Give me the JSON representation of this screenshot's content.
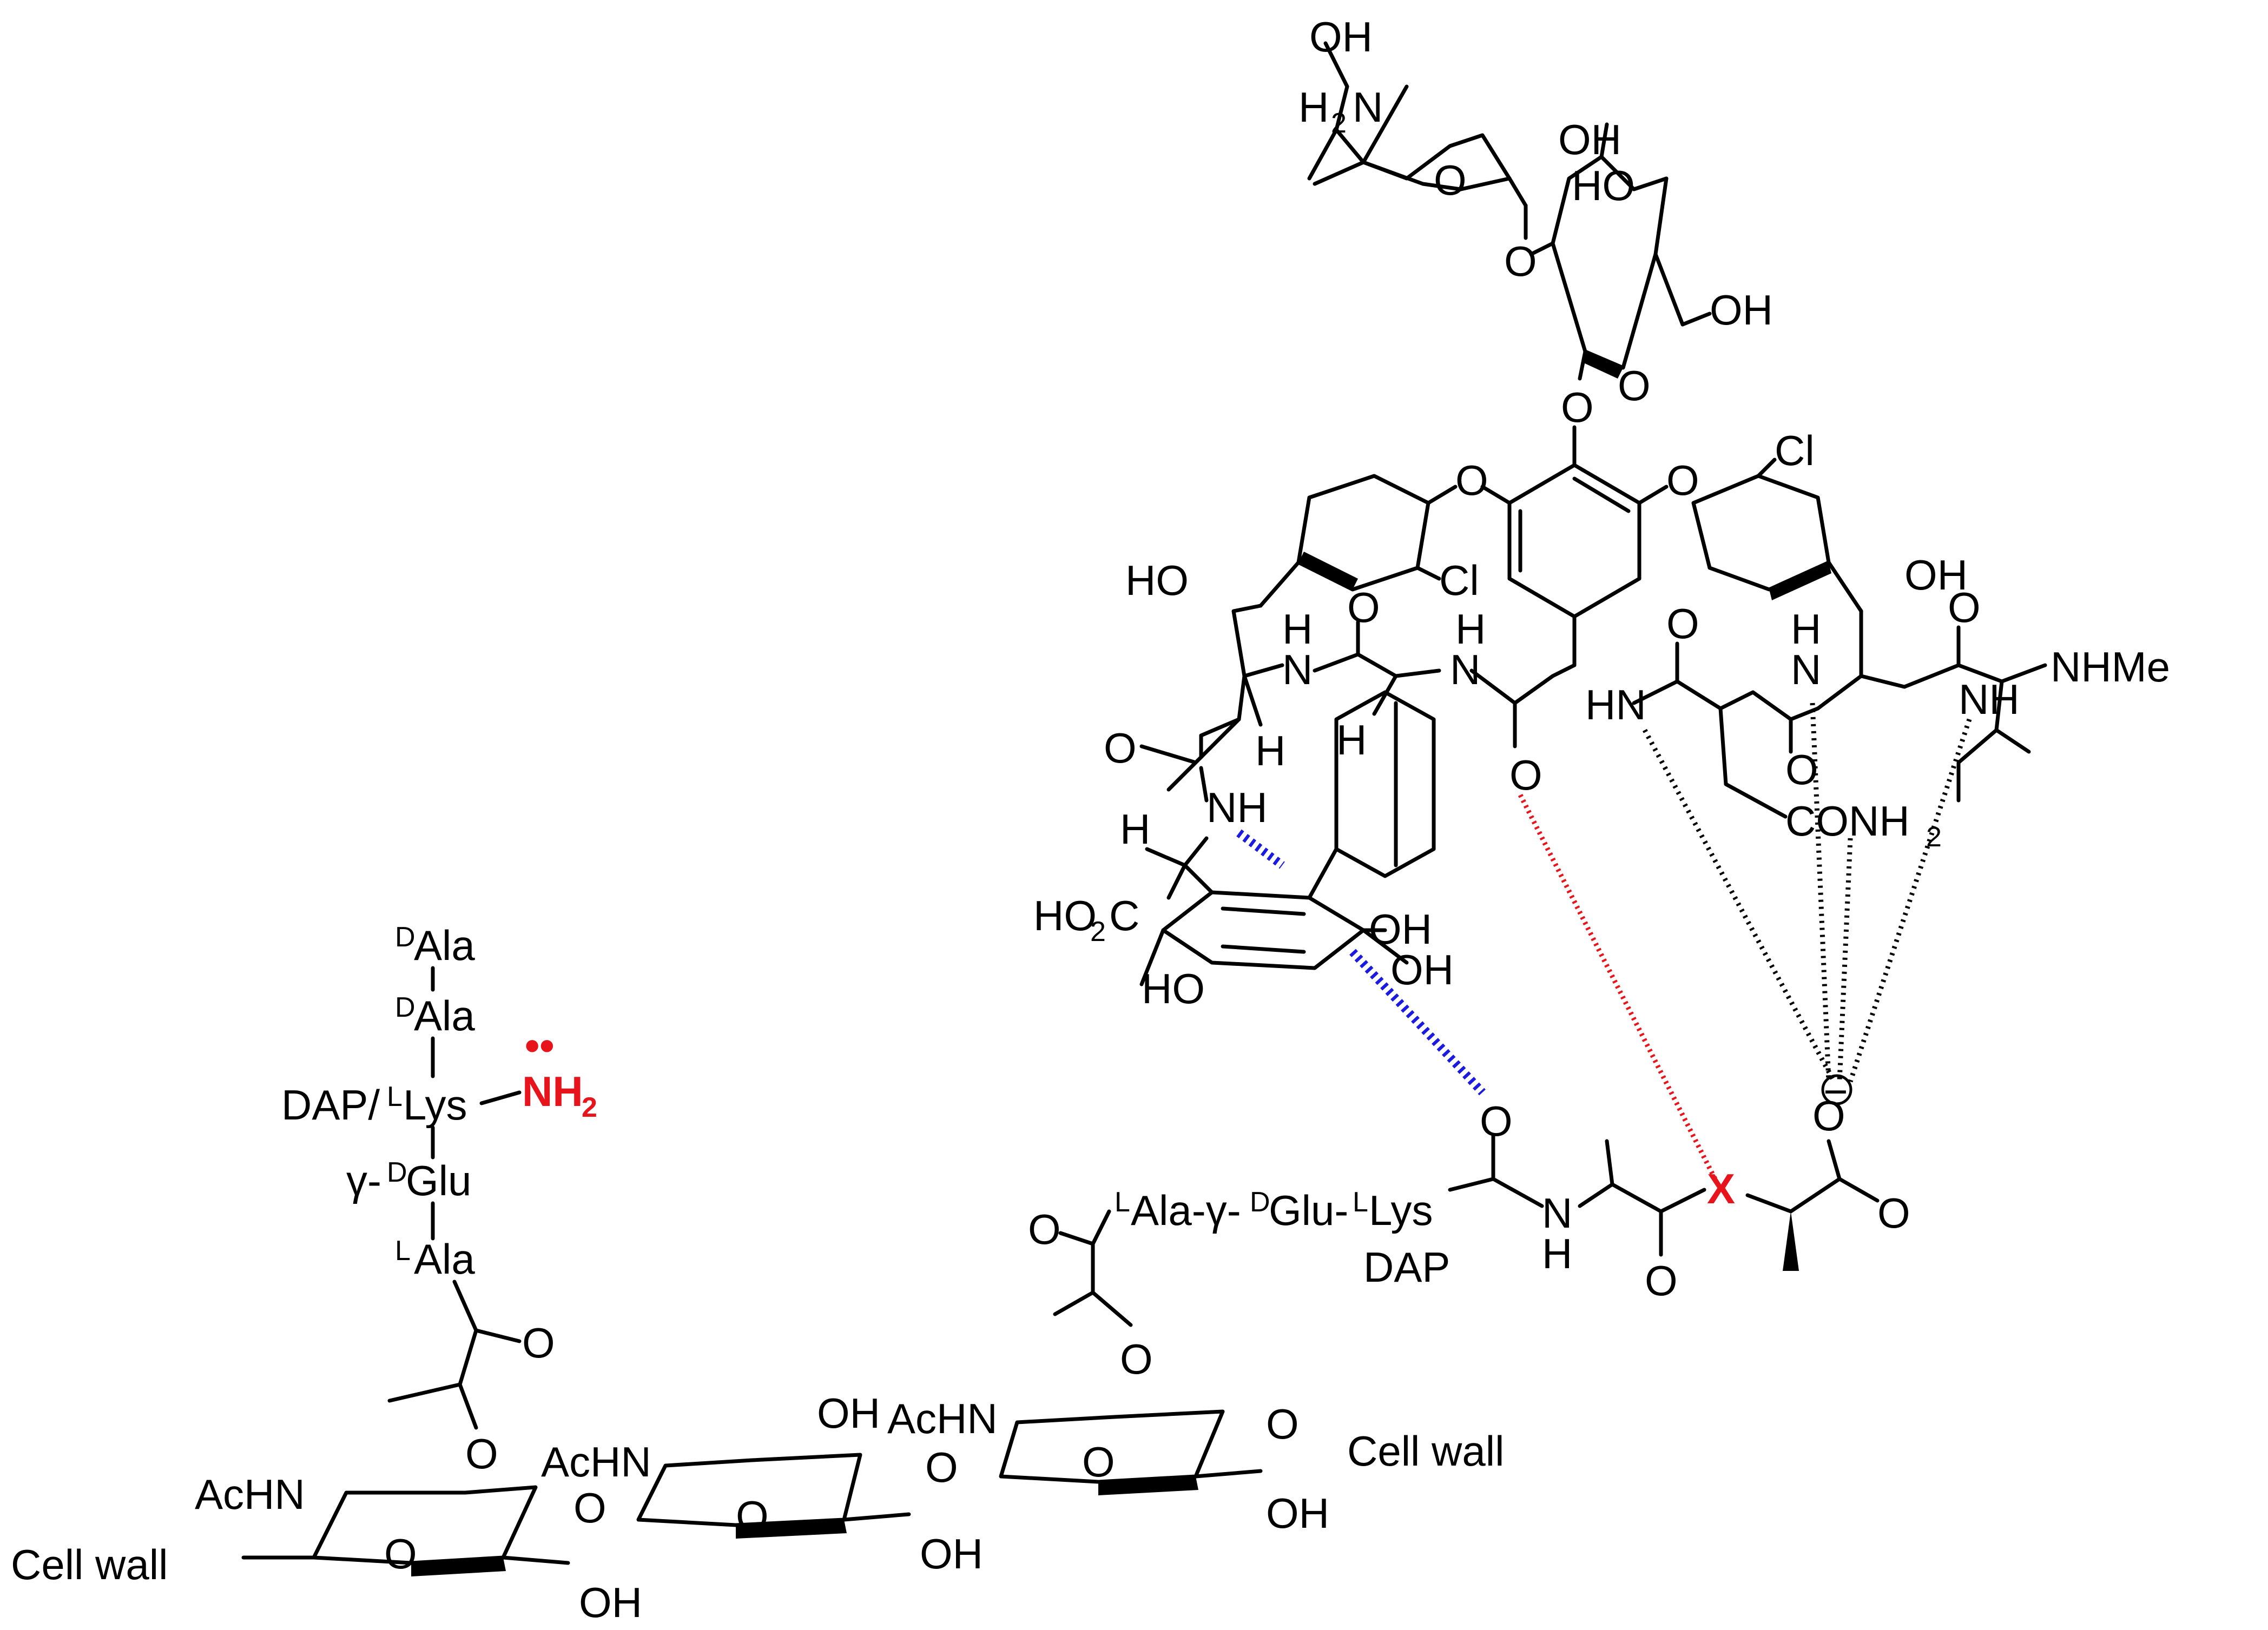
{
  "colors": {
    "ink": "#000000",
    "highlight": "#e8141b",
    "aryl_contact": "#1a1ae0"
  },
  "labels": {
    "oh": "OH",
    "ho": "HO",
    "o": "O",
    "h": "H",
    "n": "N",
    "hn": "HN",
    "nh": "NH",
    "cl": "Cl",
    "h2n_h2": "H",
    "h2n_2": "2",
    "h2n_n": "N",
    "nhme": "NHMe",
    "conh2_main": "CONH",
    "conh2_2": "2",
    "ho2c_ho": "HO",
    "ho2c_2": "2",
    "ho2c_c": "C",
    "minus": "−",
    "x": "X",
    "acHN": "AcHN",
    "cell_wall": "Cell wall",
    "dap": "DAP",
    "dap_slash": "DAP/",
    "lys": "Lys",
    "glu": "Glu",
    "ala": "Ala",
    "gamma_dash": "γ-",
    "sup_d": "D",
    "sup_l": "L",
    "nh2_lone_pair": "••",
    "nh2_nh": "NH",
    "nh2_2": "2",
    "chain_ala": "Ala-γ-",
    "chain_glu": "Glu-",
    "chain_lys": "Lys"
  }
}
